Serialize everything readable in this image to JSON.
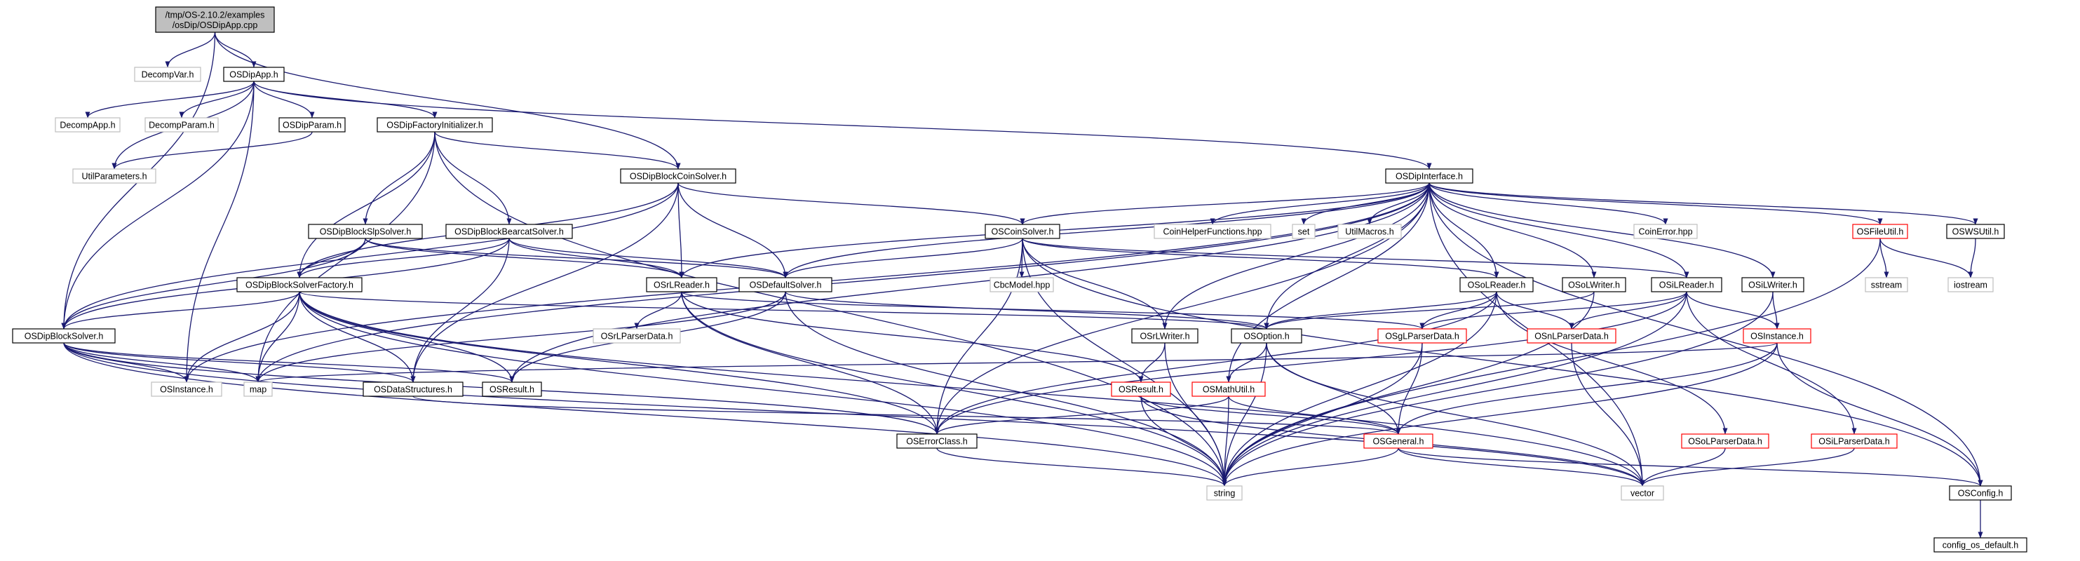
{
  "colors": {
    "edge": "#191970",
    "box_normal": "#000000",
    "box_undocumented": "#bfbfbf",
    "box_truncated": "#ff0000",
    "root_fill": "#bfbfbf",
    "node_fill": "#ffffff",
    "text": "#000000"
  },
  "nodes": [
    {
      "id": "root",
      "label": [
        "/tmp/OS-2.10.2/examples",
        "/osDip/OSDipApp.cpp"
      ],
      "kind": "root"
    },
    {
      "id": "decompvar",
      "label": [
        "DecompVar.h"
      ],
      "kind": "undocumented"
    },
    {
      "id": "osdipapp",
      "label": [
        "OSDipApp.h"
      ],
      "kind": "normal"
    },
    {
      "id": "decompapp",
      "label": [
        "DecompApp.h"
      ],
      "kind": "undocumented"
    },
    {
      "id": "decompparam",
      "label": [
        "DecompParam.h"
      ],
      "kind": "undocumented"
    },
    {
      "id": "osdipparam",
      "label": [
        "OSDipParam.h"
      ],
      "kind": "normal"
    },
    {
      "id": "osdipfactoryinit",
      "label": [
        "OSDipFactoryInitializer.h"
      ],
      "kind": "normal"
    },
    {
      "id": "utilparams",
      "label": [
        "UtilParameters.h"
      ],
      "kind": "undocumented"
    },
    {
      "id": "osdipblockcoinsolver",
      "label": [
        "OSDipBlockCoinSolver.h"
      ],
      "kind": "normal"
    },
    {
      "id": "osdipinterface",
      "label": [
        "OSDipInterface.h"
      ],
      "kind": "normal"
    },
    {
      "id": "osdipblockslpsolver",
      "label": [
        "OSDipBlockSlpSolver.h"
      ],
      "kind": "normal"
    },
    {
      "id": "osdipblockbearcat",
      "label": [
        "OSDipBlockBearcatSolver.h"
      ],
      "kind": "normal"
    },
    {
      "id": "oscoinsolver",
      "label": [
        "OSCoinSolver.h"
      ],
      "kind": "normal"
    },
    {
      "id": "coinhelper",
      "label": [
        "CoinHelperFunctions.hpp"
      ],
      "kind": "undocumented"
    },
    {
      "id": "set",
      "label": [
        "set"
      ],
      "kind": "undocumented"
    },
    {
      "id": "utilmacros",
      "label": [
        "UtilMacros.h"
      ],
      "kind": "undocumented"
    },
    {
      "id": "coinerror",
      "label": [
        "CoinError.hpp"
      ],
      "kind": "undocumented"
    },
    {
      "id": "osfileutil",
      "label": [
        "OSFileUtil.h"
      ],
      "kind": "truncated"
    },
    {
      "id": "oswsutil",
      "label": [
        "OSWSUtil.h"
      ],
      "kind": "normal"
    },
    {
      "id": "osdipblocksolverfactory",
      "label": [
        "OSDipBlockSolverFactory.h"
      ],
      "kind": "normal"
    },
    {
      "id": "osrlreader",
      "label": [
        "OSrLReader.h"
      ],
      "kind": "normal"
    },
    {
      "id": "osdefaultsolver",
      "label": [
        "OSDefaultSolver.h"
      ],
      "kind": "normal"
    },
    {
      "id": "cbcmodel",
      "label": [
        "CbcModel.hpp"
      ],
      "kind": "undocumented"
    },
    {
      "id": "osolreader",
      "label": [
        "OSoLReader.h"
      ],
      "kind": "normal"
    },
    {
      "id": "osolwriter",
      "label": [
        "OSoLWriter.h"
      ],
      "kind": "normal"
    },
    {
      "id": "osilreader",
      "label": [
        "OSiLReader.h"
      ],
      "kind": "normal"
    },
    {
      "id": "osilwriter",
      "label": [
        "OSiLWriter.h"
      ],
      "kind": "normal"
    },
    {
      "id": "sstream",
      "label": [
        "sstream"
      ],
      "kind": "undocumented"
    },
    {
      "id": "iostream",
      "label": [
        "iostream"
      ],
      "kind": "undocumented"
    },
    {
      "id": "osdipblocksolver",
      "label": [
        "OSDipBlockSolver.h"
      ],
      "kind": "normal"
    },
    {
      "id": "osrlparserdata",
      "label": [
        "OSrLParserData.h"
      ],
      "kind": "undocumented"
    },
    {
      "id": "osrlwriter",
      "label": [
        "OSrLWriter.h"
      ],
      "kind": "normal"
    },
    {
      "id": "osoption",
      "label": [
        "OSOption.h"
      ],
      "kind": "normal"
    },
    {
      "id": "osglparserdata",
      "label": [
        "OSgLParserData.h"
      ],
      "kind": "truncated"
    },
    {
      "id": "osnlparserdata",
      "label": [
        "OSnLParserData.h"
      ],
      "kind": "truncated"
    },
    {
      "id": "osinstance_r",
      "label": [
        "OSInstance.h"
      ],
      "kind": "truncated"
    },
    {
      "id": "osinstance_l",
      "label": [
        "OSInstance.h"
      ],
      "kind": "undocumented"
    },
    {
      "id": "map",
      "label": [
        "map"
      ],
      "kind": "undocumented"
    },
    {
      "id": "osdatastructures",
      "label": [
        "OSDataStructures.h"
      ],
      "kind": "normal"
    },
    {
      "id": "osresult_l",
      "label": [
        "OSResult.h"
      ],
      "kind": "normal"
    },
    {
      "id": "osresult_r",
      "label": [
        "OSResult.h"
      ],
      "kind": "truncated"
    },
    {
      "id": "osmathutil",
      "label": [
        "OSMathUtil.h"
      ],
      "kind": "truncated"
    },
    {
      "id": "oserrorclass",
      "label": [
        "OSErrorClass.h"
      ],
      "kind": "normal"
    },
    {
      "id": "osgeneral",
      "label": [
        "OSGeneral.h"
      ],
      "kind": "truncated"
    },
    {
      "id": "osolparserdata",
      "label": [
        "OSoLParserData.h"
      ],
      "kind": "truncated"
    },
    {
      "id": "osilparserdata",
      "label": [
        "OSiLParserData.h"
      ],
      "kind": "truncated"
    },
    {
      "id": "string",
      "label": [
        "string"
      ],
      "kind": "undocumented"
    },
    {
      "id": "vector",
      "label": [
        "vector"
      ],
      "kind": "undocumented"
    },
    {
      "id": "osconfig",
      "label": [
        "OSConfig.h"
      ],
      "kind": "normal"
    },
    {
      "id": "configosdefault",
      "label": [
        "config_os_default.h"
      ],
      "kind": "normal"
    }
  ],
  "edges": [
    [
      "root",
      "decompvar"
    ],
    [
      "root",
      "osdipapp"
    ],
    [
      "root",
      "osdipblockcoinsolver"
    ],
    [
      "root",
      "osdipblocksolver"
    ],
    [
      "osdipapp",
      "decompapp"
    ],
    [
      "osdipapp",
      "decompparam"
    ],
    [
      "osdipapp",
      "osdipparam"
    ],
    [
      "osdipapp",
      "osdipfactoryinit"
    ],
    [
      "osdipapp",
      "osdipinterface"
    ],
    [
      "osdipapp",
      "osdipblocksolver"
    ],
    [
      "osdipapp",
      "osinstance_l"
    ],
    [
      "osdipapp",
      "utilparams"
    ],
    [
      "osdipparam",
      "utilparams"
    ],
    [
      "osdipfactoryinit",
      "osdipblockcoinsolver"
    ],
    [
      "osdipfactoryinit",
      "osdipblockslpsolver"
    ],
    [
      "osdipfactoryinit",
      "osdipblockbearcat"
    ],
    [
      "osdipfactoryinit",
      "osdipblocksolverfactory"
    ],
    [
      "osdipfactoryinit",
      "map"
    ],
    [
      "osdipfactoryinit",
      "string"
    ],
    [
      "osdipblockcoinsolver",
      "oscoinsolver"
    ],
    [
      "osdipblockcoinsolver",
      "osdipblocksolverfactory"
    ],
    [
      "osdipblockcoinsolver",
      "osdipblocksolver"
    ],
    [
      "osdipblockcoinsolver",
      "osrlreader"
    ],
    [
      "osdipblockcoinsolver",
      "osdefaultsolver"
    ],
    [
      "osdipblockcoinsolver",
      "osdatastructures"
    ],
    [
      "osdipinterface",
      "coinhelper"
    ],
    [
      "osdipinterface",
      "set"
    ],
    [
      "osdipinterface",
      "utilmacros"
    ],
    [
      "osdipinterface",
      "coinerror"
    ],
    [
      "osdipinterface",
      "osfileutil"
    ],
    [
      "osdipinterface",
      "oswsutil"
    ],
    [
      "osdipinterface",
      "oscoinsolver"
    ],
    [
      "osdipinterface",
      "osdefaultsolver"
    ],
    [
      "osdipinterface",
      "osrlreader"
    ],
    [
      "osdipinterface",
      "osolreader"
    ],
    [
      "osdipinterface",
      "osolwriter"
    ],
    [
      "osdipinterface",
      "osilreader"
    ],
    [
      "osdipinterface",
      "osilwriter"
    ],
    [
      "osdipinterface",
      "osoption"
    ],
    [
      "osdipinterface",
      "osrlwriter"
    ],
    [
      "osdipinterface",
      "osmathutil"
    ],
    [
      "osdipinterface",
      "oserrorclass"
    ],
    [
      "osdipinterface",
      "map"
    ],
    [
      "osdipinterface",
      "osresult_l"
    ],
    [
      "osdipinterface",
      "osconfig"
    ],
    [
      "osdipinterface",
      "vector"
    ],
    [
      "osdipinterface",
      "osinstance_l"
    ],
    [
      "osdipblockslpsolver",
      "osdipblocksolverfactory"
    ],
    [
      "osdipblockslpsolver",
      "osdipblocksolver"
    ],
    [
      "osdipblockslpsolver",
      "osrlreader"
    ],
    [
      "osdipblockslpsolver",
      "osdefaultsolver"
    ],
    [
      "osdipblockbearcat",
      "osdipblocksolverfactory"
    ],
    [
      "osdipblockbearcat",
      "osdipblocksolver"
    ],
    [
      "osdipblockbearcat",
      "osdefaultsolver"
    ],
    [
      "osdipblockbearcat",
      "osdatastructures"
    ],
    [
      "osdipblockbearcat",
      "osrlreader"
    ],
    [
      "oscoinsolver",
      "cbcmodel"
    ],
    [
      "oscoinsolver",
      "osdefaultsolver"
    ],
    [
      "oscoinsolver",
      "osrlwriter"
    ],
    [
      "oscoinsolver",
      "osolreader"
    ],
    [
      "oscoinsolver",
      "osilreader"
    ],
    [
      "oscoinsolver",
      "oserrorclass"
    ],
    [
      "oscoinsolver",
      "string"
    ],
    [
      "oscoinsolver",
      "osconfig"
    ],
    [
      "osfileutil",
      "sstream"
    ],
    [
      "osfileutil",
      "iostream"
    ],
    [
      "osfileutil",
      "string"
    ],
    [
      "oswsutil",
      "iostream"
    ],
    [
      "osdipblocksolverfactory",
      "osdipblocksolver"
    ],
    [
      "osdipblocksolverfactory",
      "osinstance_l"
    ],
    [
      "osdipblocksolverfactory",
      "map"
    ],
    [
      "osdipblocksolverfactory",
      "osdatastructures"
    ],
    [
      "osdipblocksolverfactory",
      "osresult_l"
    ],
    [
      "osdipblocksolverfactory",
      "oserrorclass"
    ],
    [
      "osdipblocksolverfactory",
      "string"
    ],
    [
      "osdipblocksolverfactory",
      "vector"
    ],
    [
      "osdipblocksolverfactory",
      "osoption"
    ],
    [
      "osdipblocksolver",
      "osinstance_l"
    ],
    [
      "osdipblocksolver",
      "map"
    ],
    [
      "osdipblocksolver",
      "osdatastructures"
    ],
    [
      "osdipblocksolver",
      "osresult_l"
    ],
    [
      "osdipblocksolver",
      "oserrorclass"
    ],
    [
      "osdipblocksolver",
      "string"
    ],
    [
      "osdipblocksolver",
      "vector"
    ],
    [
      "osrlreader",
      "osrlparserdata"
    ],
    [
      "osrlreader",
      "osresult_r"
    ],
    [
      "osrlreader",
      "osglparserdata"
    ],
    [
      "osrlreader",
      "string"
    ],
    [
      "osrlreader",
      "oserrorclass"
    ],
    [
      "osdefaultsolver",
      "osoption"
    ],
    [
      "osdefaultsolver",
      "osresult_l"
    ],
    [
      "osdefaultsolver",
      "map"
    ],
    [
      "osdefaultsolver",
      "string"
    ],
    [
      "osolreader",
      "osoption"
    ],
    [
      "osolreader",
      "osglparserdata"
    ],
    [
      "osolreader",
      "osnlparserdata"
    ],
    [
      "osolreader",
      "osolparserdata"
    ],
    [
      "osolreader",
      "oserrorclass"
    ],
    [
      "osolreader",
      "string"
    ],
    [
      "osolwriter",
      "osoption"
    ],
    [
      "osolwriter",
      "string"
    ],
    [
      "osilreader",
      "osinstance_r"
    ],
    [
      "osilreader",
      "osnlparserdata"
    ],
    [
      "osilreader",
      "osglparserdata"
    ],
    [
      "osilreader",
      "osilparserdata"
    ],
    [
      "osilreader",
      "string"
    ],
    [
      "osilreader",
      "oserrorclass"
    ],
    [
      "osilwriter",
      "osinstance_r"
    ],
    [
      "osilwriter",
      "string"
    ],
    [
      "osrlwriter",
      "osresult_r"
    ],
    [
      "osrlwriter",
      "string"
    ],
    [
      "osoption",
      "osgeneral"
    ],
    [
      "osoption",
      "osmathutil"
    ],
    [
      "osoption",
      "string"
    ],
    [
      "osoption",
      "vector"
    ],
    [
      "osglparserdata",
      "osgeneral"
    ],
    [
      "osglparserdata",
      "string"
    ],
    [
      "osnlparserdata",
      "vector"
    ],
    [
      "osinstance_r",
      "osgeneral"
    ],
    [
      "osinstance_r",
      "osconfig"
    ],
    [
      "osinstance_r",
      "map"
    ],
    [
      "osinstance_r",
      "string"
    ],
    [
      "osresult_r",
      "osgeneral"
    ],
    [
      "osresult_r",
      "string"
    ],
    [
      "osresult_r",
      "vector"
    ],
    [
      "osmathutil",
      "osgeneral"
    ],
    [
      "osmathutil",
      "oserrorclass"
    ],
    [
      "osmathutil",
      "string"
    ],
    [
      "osdatastructures",
      "osgeneral"
    ],
    [
      "oserrorclass",
      "string"
    ],
    [
      "osgeneral",
      "string"
    ],
    [
      "osgeneral",
      "vector"
    ],
    [
      "osgeneral",
      "osconfig"
    ],
    [
      "osolparserdata",
      "vector"
    ],
    [
      "osilparserdata",
      "vector"
    ],
    [
      "osconfig",
      "configosdefault"
    ]
  ]
}
